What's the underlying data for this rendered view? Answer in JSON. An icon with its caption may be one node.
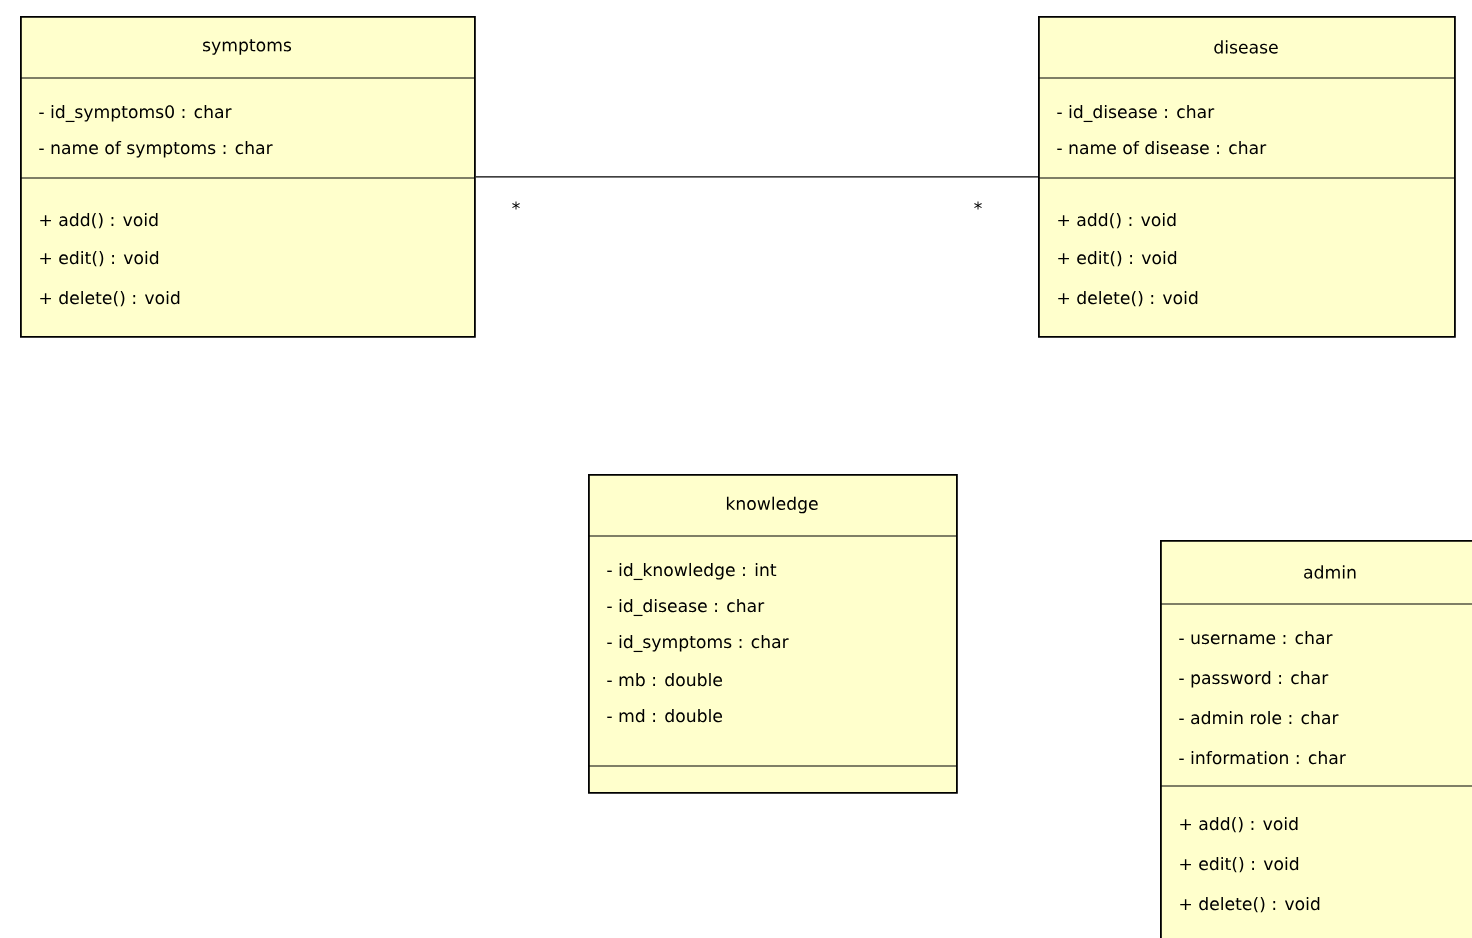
{
  "diagram": {
    "nodes": [
      {
        "text": [
          "symptoms",
          "- id_symptoms0 : char",
          "- name of symptoms : char",
          "+ add() : void",
          "+ edit() : void",
          "+ delete() : void"
        ]
      },
      {
        "text": [
          "disease",
          "- id_disease : char",
          "- name of disease : char",
          "+ add() : void",
          "+ edit() : void",
          "+ delete() : void"
        ]
      },
      {
        "text": [
          "knowledge",
          "- id_knowledge : int",
          "- id_disease : char",
          "- id_symptoms : char",
          "- mb : double",
          "- md : double"
        ]
      },
      {
        "text": [
          "admin",
          "- username : char",
          "- password : char",
          "- admin role : char",
          "- information : char",
          "+ add() : void",
          "+ edit() : void",
          "+ delete() : void"
        ]
      }
    ],
    "edges": [
      {
        "from": 0,
        "to": 1,
        "arrow": "none"
      }
    ],
    "labels": [
      "*",
      "*"
    ]
  }
}
